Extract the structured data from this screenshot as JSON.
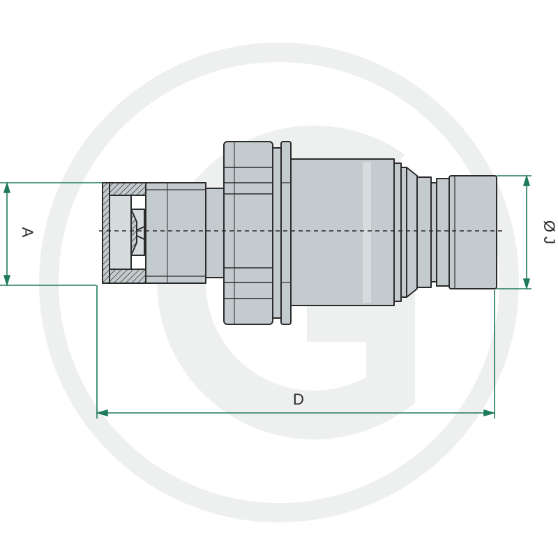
{
  "labels": {
    "dim_a": "A",
    "dim_d": "D",
    "dim_j": "Ø J"
  },
  "colors": {
    "dimension": "#1e7a5e",
    "body": "#c4cbce",
    "body_dark": "#a9b1b5",
    "outline": "#2b2b2b",
    "watermark": "#eef0f0"
  }
}
